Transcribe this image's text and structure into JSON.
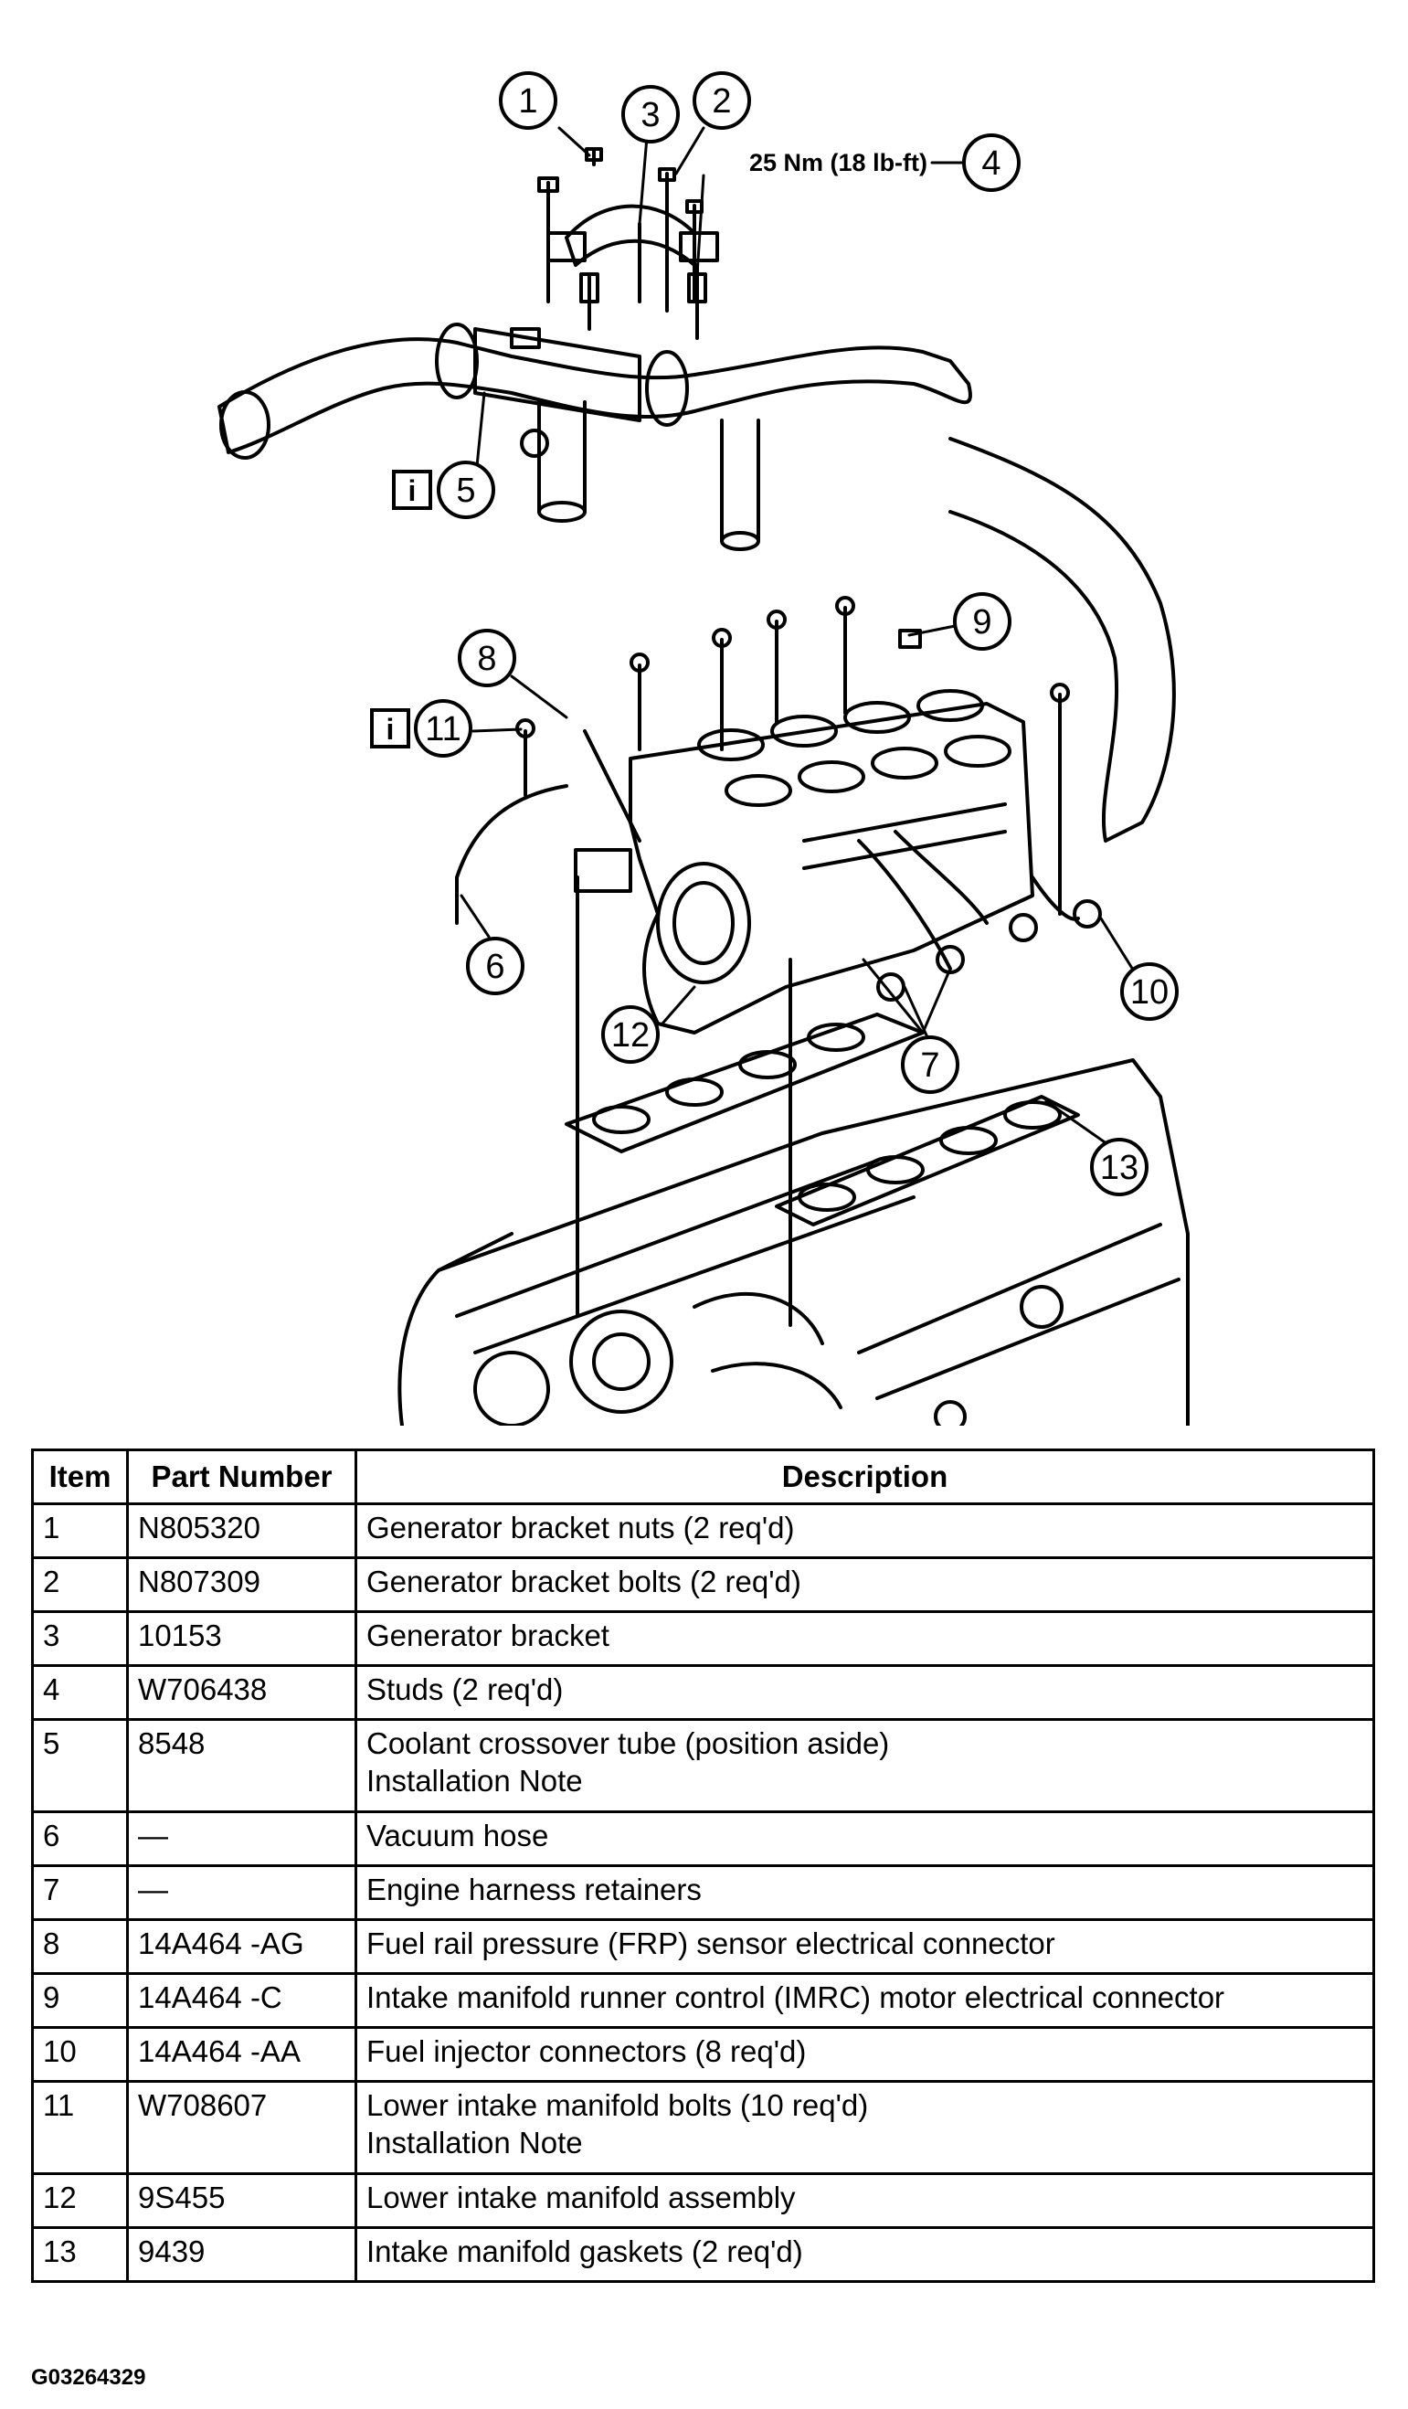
{
  "diagram": {
    "callouts": [
      "1",
      "2",
      "3",
      "4",
      "5",
      "6",
      "7",
      "8",
      "9",
      "10",
      "11",
      "12",
      "13"
    ],
    "torque_spec": "25 Nm (18 lb-ft)",
    "info_icon_symbol": "i",
    "info_icon": "info-icon"
  },
  "table": {
    "headers": {
      "item": "Item",
      "part_number": "Part Number",
      "description": "Description"
    },
    "rows": [
      {
        "item": "1",
        "part_number": "N805320",
        "description": [
          "Generator bracket nuts (2 req'd)"
        ]
      },
      {
        "item": "2",
        "part_number": "N807309",
        "description": [
          "Generator bracket bolts (2 req'd)"
        ]
      },
      {
        "item": "3",
        "part_number": "10153",
        "description": [
          "Generator bracket"
        ]
      },
      {
        "item": "4",
        "part_number": "W706438",
        "description": [
          "Studs (2 req'd)"
        ]
      },
      {
        "item": "5",
        "part_number": "8548",
        "description": [
          "Coolant crossover tube (position aside)",
          "Installation Note"
        ]
      },
      {
        "item": "6",
        "part_number": "—",
        "description": [
          "Vacuum hose"
        ]
      },
      {
        "item": "7",
        "part_number": "—",
        "description": [
          "Engine harness retainers"
        ]
      },
      {
        "item": "8",
        "part_number": "14A464 -AG",
        "description": [
          "Fuel rail pressure (FRP) sensor electrical connector"
        ]
      },
      {
        "item": "9",
        "part_number": "14A464 -C",
        "description": [
          "Intake manifold runner control (IMRC) motor electrical connector"
        ]
      },
      {
        "item": "10",
        "part_number": "14A464 -AA",
        "description": [
          "Fuel injector connectors (8 req'd)"
        ]
      },
      {
        "item": "11",
        "part_number": "W708607",
        "description": [
          "Lower intake manifold bolts (10 req'd)",
          "Installation Note"
        ]
      },
      {
        "item": "12",
        "part_number": "9S455",
        "description": [
          "Lower intake manifold assembly"
        ]
      },
      {
        "item": "13",
        "part_number": "9439",
        "description": [
          "Intake manifold gaskets (2 req'd)"
        ]
      }
    ]
  },
  "figure_id": "G03264329"
}
